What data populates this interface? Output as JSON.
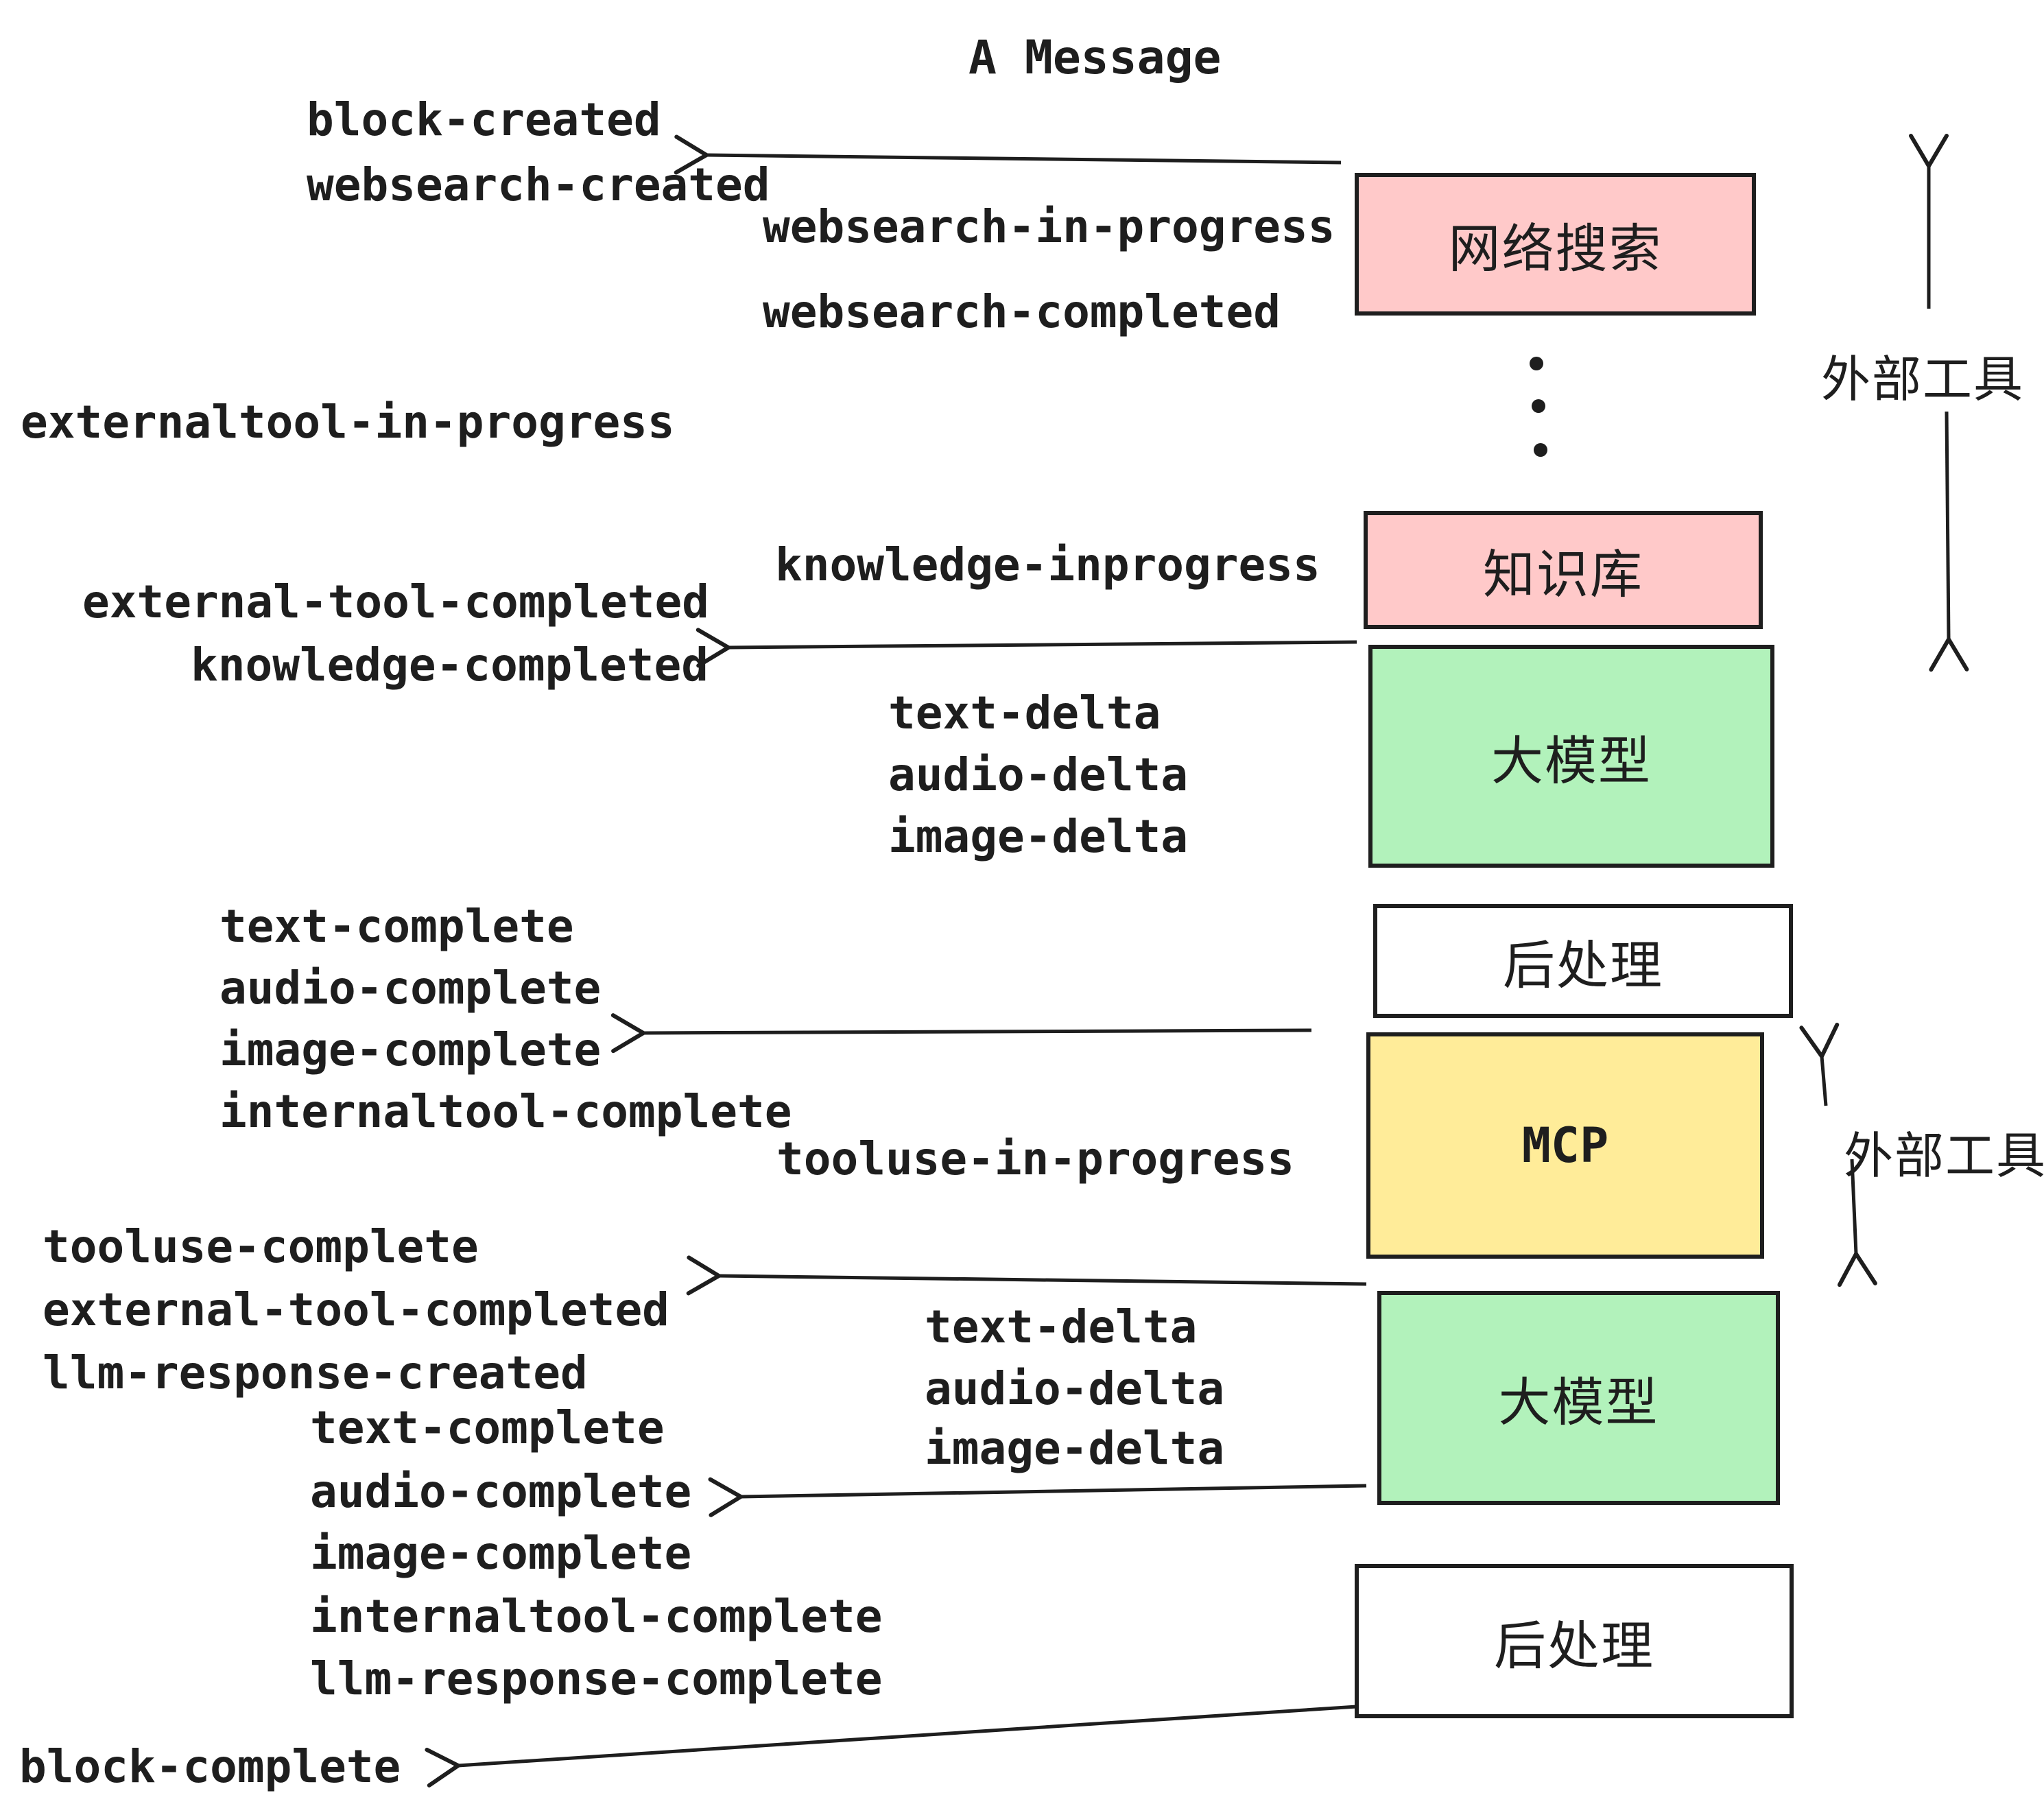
{
  "title": "A Message",
  "events": {
    "block_created": "block-created",
    "websearch_created": "websearch-created",
    "websearch_in_progress": "websearch-in-progress",
    "websearch_completed": "websearch-completed",
    "externaltool_in_progress": "externaltool-in-progress",
    "knowledge_inprogress": "knowledge-inprogress",
    "external_tool_completed": "external-tool-completed",
    "knowledge_completed": "knowledge-completed",
    "text_delta": "text-delta",
    "audio_delta": "audio-delta",
    "image_delta": "image-delta",
    "text_complete": "text-complete",
    "audio_complete": "audio-complete",
    "image_complete": "image-complete",
    "internaltool_complete": "internaltool-complete",
    "tooluse_in_progress": "tooluse-in-progress",
    "tooluse_complete": "tooluse-complete",
    "llm_response_created": "llm-response-created",
    "llm_response_complete": "llm-response-complete",
    "block_complete": "block-complete"
  },
  "boxes": {
    "websearch": {
      "label": "网络搜索",
      "fill": "#ffc9c9"
    },
    "knowledge": {
      "label": "知识库",
      "fill": "#ffc9c9"
    },
    "llm_top": {
      "label": "大模型",
      "fill": "#b2f2bb"
    },
    "post_top": {
      "label": "后处理",
      "fill": "#ffffff"
    },
    "mcp": {
      "label": "MCP",
      "fill": "#ffec99"
    },
    "llm_bottom": {
      "label": "大模型",
      "fill": "#b2f2bb"
    },
    "post_bottom": {
      "label": "后处理",
      "fill": "#ffffff"
    }
  },
  "side_labels": {
    "external_tools_top": "外部工具",
    "external_tools_middle": "外部工具"
  },
  "colors": {
    "stroke": "#1e1e1e",
    "pink": "#ffc9c9",
    "green": "#b2f2bb",
    "yellow": "#ffec99",
    "white": "#ffffff"
  }
}
